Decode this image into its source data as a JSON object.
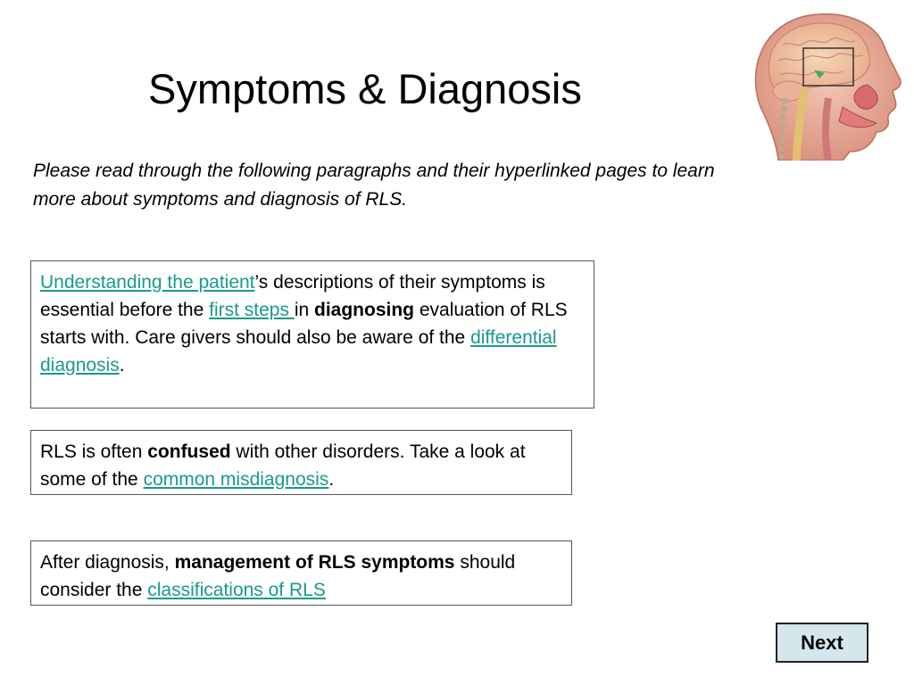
{
  "slide": {
    "title": "Symptoms & Diagnosis",
    "intro": "Please read through the following paragraphs and their hyperlinked pages to learn more about symptoms and diagnosis of RLS."
  },
  "box1": {
    "link_understanding": "Understanding the patient",
    "t1": "’s descriptions of their symptoms is essential before the ",
    "link_first_steps": "first steps ",
    "t2": " in ",
    "bold_diagnosing": "diagnosing",
    "t3": "  evaluation of RLS starts with.  Care givers should also be aware of the ",
    "link_differential": "differential diagnosis",
    "t4": "."
  },
  "box2": {
    "t1": "RLS is often ",
    "bold_confused": "confused",
    "t2": " with other disorders.  Take a look at some of the ",
    "link_misdiagnosis": "common misdiagnosis",
    "t3": "."
  },
  "box3": {
    "t1": "After diagnosis, ",
    "bold_management": "management of RLS symptoms",
    "t2": " should consider the ",
    "link_classifications": "classifications of RLS"
  },
  "nav": {
    "next_label": "Next"
  },
  "colors": {
    "link": "#199a8b",
    "next_button_bg": "#d5e6ec"
  },
  "icons": {
    "header_image": "head-anatomy-illustration"
  }
}
